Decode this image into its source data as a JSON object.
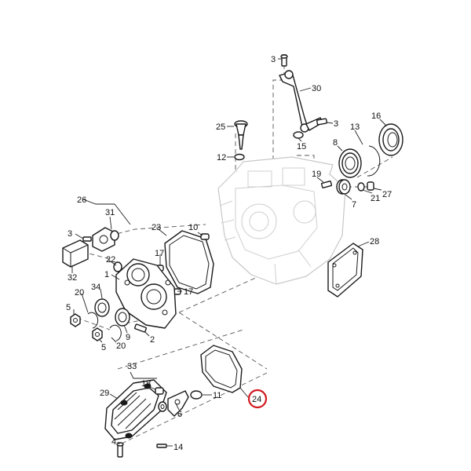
{
  "diagram": {
    "highlight_color": "#d2181f",
    "highlighted_callout": "24",
    "callouts": [
      {
        "key": "c3a",
        "label": "3"
      },
      {
        "key": "c30",
        "label": "30"
      },
      {
        "key": "c3b",
        "label": "3"
      },
      {
        "key": "c25",
        "label": "25"
      },
      {
        "key": "c13",
        "label": "13"
      },
      {
        "key": "c16",
        "label": "16"
      },
      {
        "key": "c15",
        "label": "15"
      },
      {
        "key": "c12",
        "label": "12"
      },
      {
        "key": "c8",
        "label": "8"
      },
      {
        "key": "c19",
        "label": "19"
      },
      {
        "key": "c27",
        "label": "27"
      },
      {
        "key": "c21",
        "label": "21"
      },
      {
        "key": "c7",
        "label": "7"
      },
      {
        "key": "c26",
        "label": "26"
      },
      {
        "key": "c31",
        "label": "31"
      },
      {
        "key": "c23",
        "label": "23"
      },
      {
        "key": "c10",
        "label": "10"
      },
      {
        "key": "c3c",
        "label": "3"
      },
      {
        "key": "c28",
        "label": "28"
      },
      {
        "key": "c17a",
        "label": "17"
      },
      {
        "key": "c22",
        "label": "22"
      },
      {
        "key": "c32",
        "label": "32"
      },
      {
        "key": "c1",
        "label": "1"
      },
      {
        "key": "c34",
        "label": "34"
      },
      {
        "key": "c17b",
        "label": "17"
      },
      {
        "key": "c20a",
        "label": "20"
      },
      {
        "key": "c5a",
        "label": "5"
      },
      {
        "key": "c9",
        "label": "9"
      },
      {
        "key": "c20b",
        "label": "20"
      },
      {
        "key": "c2",
        "label": "2"
      },
      {
        "key": "c5b",
        "label": "5"
      },
      {
        "key": "c33",
        "label": "33"
      },
      {
        "key": "c18",
        "label": "18"
      },
      {
        "key": "c29",
        "label": "29"
      },
      {
        "key": "c11",
        "label": "11"
      },
      {
        "key": "c24",
        "label": "24"
      },
      {
        "key": "c6",
        "label": "6"
      },
      {
        "key": "c4",
        "label": "4"
      },
      {
        "key": "c14",
        "label": "14"
      }
    ]
  }
}
